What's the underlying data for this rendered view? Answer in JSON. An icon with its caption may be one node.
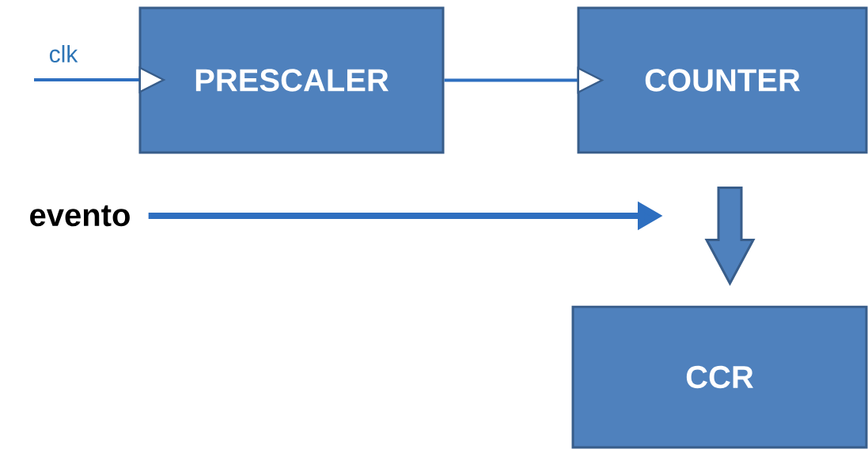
{
  "diagram": {
    "nodes": [
      {
        "text": [
          "PRESCALER"
        ]
      },
      {
        "text": [
          "COUNTER"
        ]
      },
      {
        "text": [
          "CCR"
        ]
      },
      {
        "text": [
          "evento"
        ]
      }
    ],
    "edges": [
      {
        "from": null,
        "to": 0,
        "arrow": "to",
        "label": "clk"
      },
      {
        "from": 0,
        "to": 1,
        "arrow": "to"
      },
      {
        "from": 3,
        "to": null,
        "arrow": "to",
        "style": "thick"
      },
      {
        "from": 1,
        "to": 2,
        "arrow": "to",
        "style": "thick"
      }
    ]
  }
}
